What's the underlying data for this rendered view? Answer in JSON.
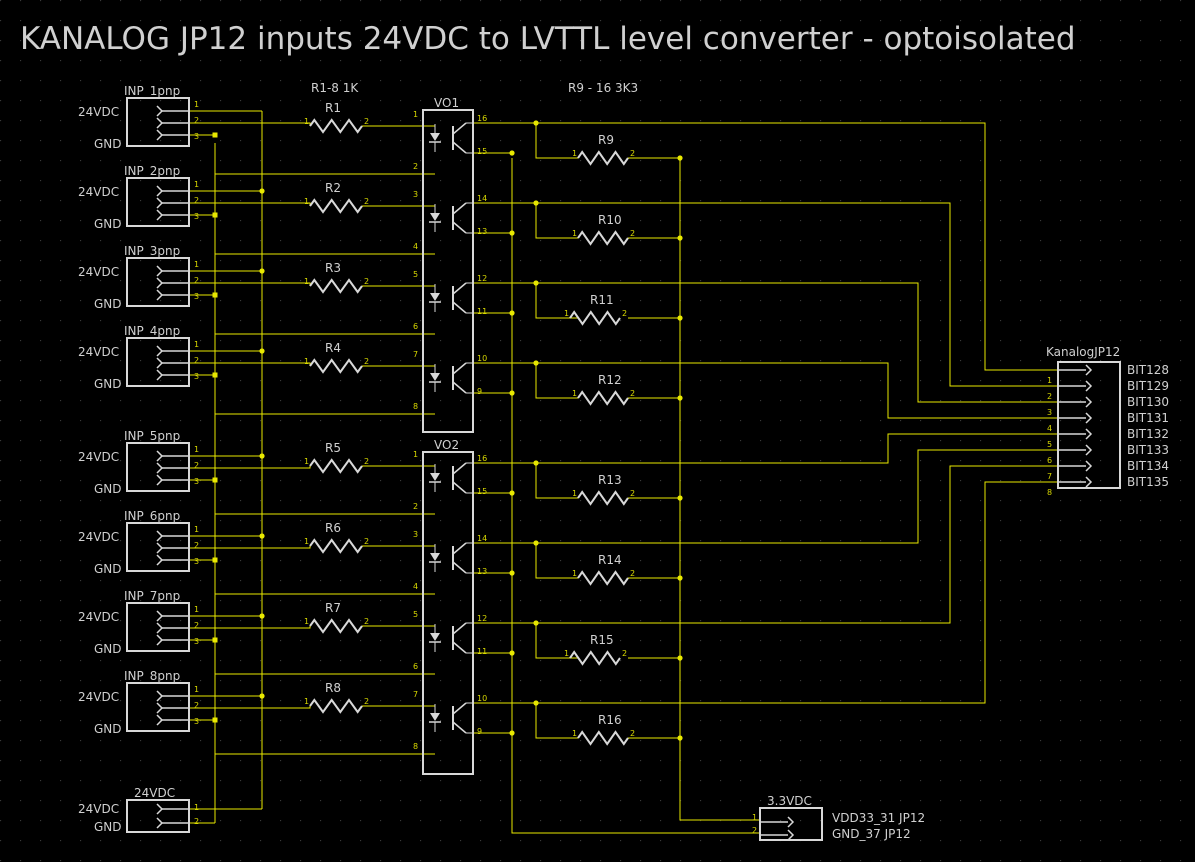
{
  "title": "KANALOG JP12 inputs 24VDC to LVTTL level converter - optoisolated",
  "colors": {
    "background": "#000000",
    "grid": "#3a3a3a",
    "wire": "#e8e800",
    "component": "#d8d8d8",
    "text": "#d0d0d0",
    "pin_text": "#d8d800"
  },
  "annotations": {
    "r1_8": "R1-8 1K",
    "r9_16": "R9 - 16 3K3"
  },
  "inputs": [
    {
      "name": "INP_1pnp",
      "pins": [
        "1",
        "2",
        "3"
      ],
      "label_top": "24VDC",
      "label_bottom": "GND"
    },
    {
      "name": "INP_2pnp",
      "pins": [
        "1",
        "2",
        "3"
      ],
      "label_top": "24VDC",
      "label_bottom": "GND"
    },
    {
      "name": "INP_3pnp",
      "pins": [
        "1",
        "2",
        "3"
      ],
      "label_top": "24VDC",
      "label_bottom": "GND"
    },
    {
      "name": "INP_4pnp",
      "pins": [
        "1",
        "2",
        "3"
      ],
      "label_top": "24VDC",
      "label_bottom": "GND"
    },
    {
      "name": "INP_5pnp",
      "pins": [
        "1",
        "2",
        "3"
      ],
      "label_top": "24VDC",
      "label_bottom": "GND"
    },
    {
      "name": "INP_6pnp",
      "pins": [
        "1",
        "2",
        "3"
      ],
      "label_top": "24VDC",
      "label_bottom": "GND"
    },
    {
      "name": "INP_7pnp",
      "pins": [
        "1",
        "2",
        "3"
      ],
      "label_top": "24VDC",
      "label_bottom": "GND"
    },
    {
      "name": "INP_8pnp",
      "pins": [
        "1",
        "2",
        "3"
      ],
      "label_top": "24VDC",
      "label_bottom": "GND"
    }
  ],
  "power_in": {
    "name": "24VDC",
    "pins": [
      "1",
      "2"
    ],
    "label_top": "24VDC",
    "label_bottom": "GND"
  },
  "input_resistors": [
    {
      "name": "R1",
      "pin_a": "1",
      "pin_b": "2"
    },
    {
      "name": "R2",
      "pin_a": "1",
      "pin_b": "2"
    },
    {
      "name": "R3",
      "pin_a": "1",
      "pin_b": "2"
    },
    {
      "name": "R4",
      "pin_a": "1",
      "pin_b": "2"
    },
    {
      "name": "R5",
      "pin_a": "1",
      "pin_b": "2"
    },
    {
      "name": "R6",
      "pin_a": "1",
      "pin_b": "2"
    },
    {
      "name": "R7",
      "pin_a": "1",
      "pin_b": "2"
    },
    {
      "name": "R8",
      "pin_a": "1",
      "pin_b": "2"
    }
  ],
  "pullup_resistors": [
    {
      "name": "R9",
      "pin_a": "1",
      "pin_b": "2"
    },
    {
      "name": "R10",
      "pin_a": "1",
      "pin_b": "2"
    },
    {
      "name": "R11",
      "pin_a": "1",
      "pin_b": "2"
    },
    {
      "name": "R12",
      "pin_a": "1",
      "pin_b": "2"
    },
    {
      "name": "R13",
      "pin_a": "1",
      "pin_b": "2"
    },
    {
      "name": "R14",
      "pin_a": "1",
      "pin_b": "2"
    },
    {
      "name": "R15",
      "pin_a": "1",
      "pin_b": "2"
    },
    {
      "name": "R16",
      "pin_a": "1",
      "pin_b": "2"
    }
  ],
  "optocouplers": [
    {
      "name": "VO1",
      "channels": [
        {
          "anode": "1",
          "cathode": "2",
          "collector": "16",
          "emitter": "15"
        },
        {
          "anode": "3",
          "cathode": "4",
          "collector": "14",
          "emitter": "13"
        },
        {
          "anode": "5",
          "cathode": "6",
          "collector": "12",
          "emitter": "11"
        },
        {
          "anode": "7",
          "cathode": "8",
          "collector": "10",
          "emitter": "9"
        }
      ]
    },
    {
      "name": "VO2",
      "channels": [
        {
          "anode": "1",
          "cathode": "2",
          "collector": "16",
          "emitter": "15"
        },
        {
          "anode": "3",
          "cathode": "4",
          "collector": "14",
          "emitter": "13"
        },
        {
          "anode": "5",
          "cathode": "6",
          "collector": "12",
          "emitter": "11"
        },
        {
          "anode": "7",
          "cathode": "8",
          "collector": "10",
          "emitter": "9"
        }
      ]
    }
  ],
  "kanalog": {
    "name": "KanalogJP12",
    "pins": [
      "1",
      "2",
      "3",
      "4",
      "5",
      "6",
      "7",
      "8"
    ],
    "bits": [
      "BIT128",
      "BIT129",
      "BIT130",
      "BIT131",
      "BIT132",
      "BIT133",
      "BIT134",
      "BIT135"
    ]
  },
  "supply_out": {
    "name": "3.3VDC",
    "pins": [
      "1",
      "2"
    ],
    "labels": [
      "VDD33_31 JP12",
      "GND_37 JP12"
    ]
  }
}
